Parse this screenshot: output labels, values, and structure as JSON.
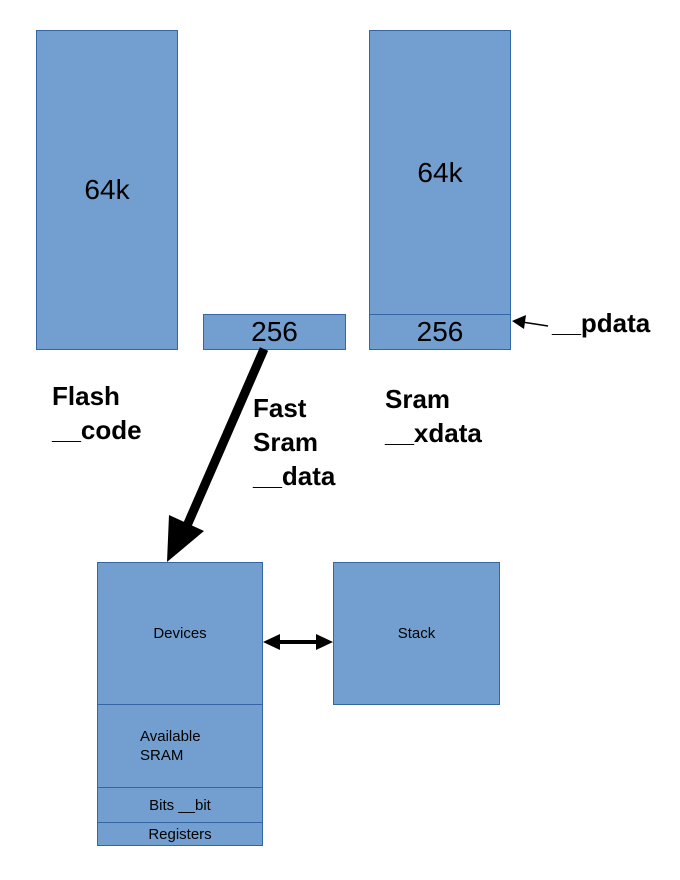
{
  "diagram": {
    "flash": {
      "block_label": "64k",
      "caption_line1": "Flash",
      "caption_line2": "__code"
    },
    "fast_sram": {
      "block_label": "256",
      "caption_line1": "Fast",
      "caption_line2": "Sram",
      "caption_line3": "__data"
    },
    "sram": {
      "block_label": "64k",
      "sub_block_label": "256",
      "pointer_label": "__pdata",
      "caption_line1": "Sram",
      "caption_line2": "__xdata"
    },
    "data_map": {
      "devices": "Devices",
      "available_line1": "Available",
      "available_line2": "SRAM",
      "bits": "Bits __bit",
      "registers": "Registers"
    },
    "stack": {
      "label": "Stack"
    },
    "colors": {
      "block_fill": "#729fcf",
      "block_border": "#3465a4",
      "text": "#000000"
    }
  }
}
